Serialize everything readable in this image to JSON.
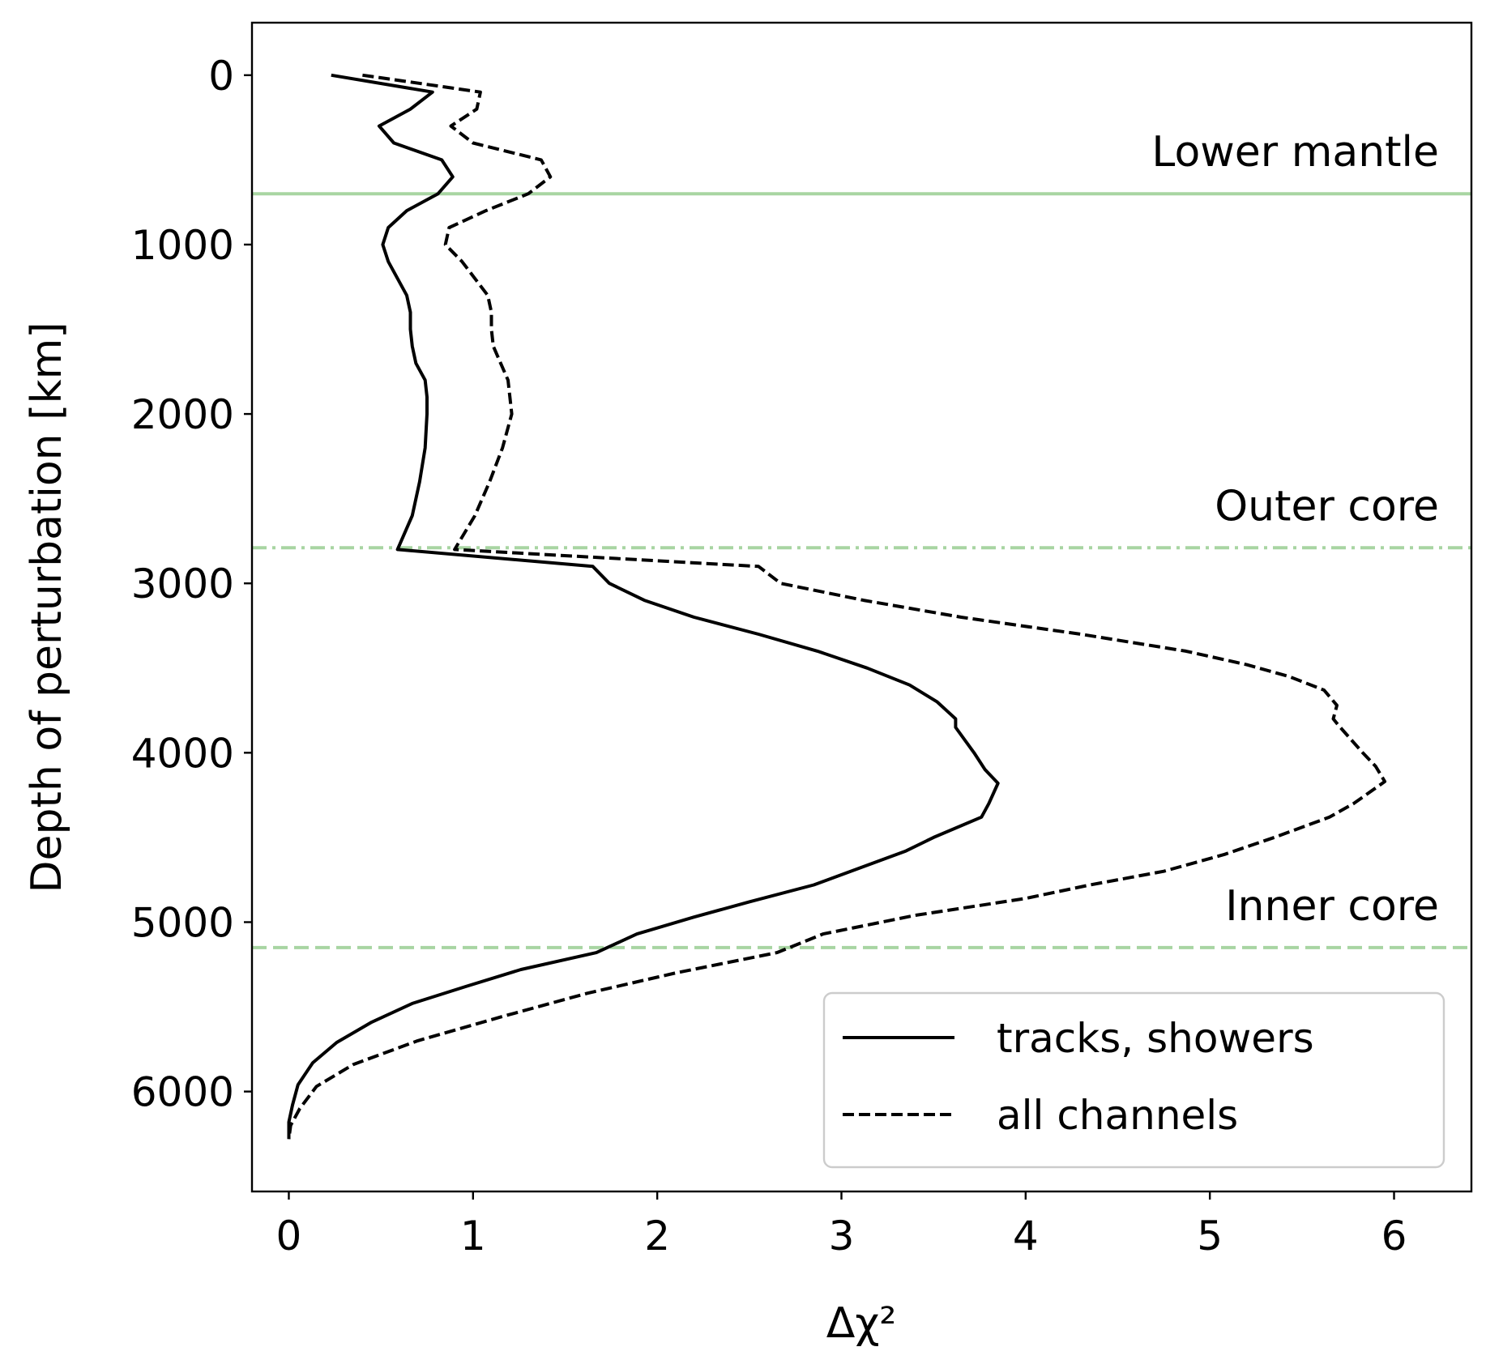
{
  "chart_data": {
    "type": "line",
    "xlabel": "Δχ²",
    "ylabel": "Depth of perturbation [km]",
    "xlim": [
      -0.2,
      6.42
    ],
    "ylim": [
      6590,
      -310
    ],
    "y_inverted": true,
    "xticks": [
      0,
      1,
      2,
      3,
      4,
      5,
      6
    ],
    "xtick_labels": [
      "0",
      "1",
      "2",
      "3",
      "4",
      "5",
      "6"
    ],
    "yticks": [
      0,
      1000,
      2000,
      3000,
      4000,
      5000,
      6000
    ],
    "ytick_labels": [
      "0",
      "1000",
      "2000",
      "3000",
      "4000",
      "5000",
      "6000"
    ],
    "grid": false,
    "legend_position": "lower-right",
    "reference_lines": [
      {
        "label": "Lower mantle",
        "depth": 700,
        "style": "solid",
        "color": "#a8d5a2"
      },
      {
        "label": "Outer core",
        "depth": 2790,
        "style": "dashdot",
        "color": "#a8d5a2"
      },
      {
        "label": "Inner core",
        "depth": 5150,
        "style": "dashed",
        "color": "#a8d5a2"
      }
    ],
    "series": [
      {
        "name": "tracks, showers",
        "style": "solid",
        "color": "#000000",
        "points": [
          [
            0.23,
            0
          ],
          [
            0.78,
            100
          ],
          [
            0.66,
            200
          ],
          [
            0.49,
            300
          ],
          [
            0.57,
            400
          ],
          [
            0.83,
            500
          ],
          [
            0.89,
            600
          ],
          [
            0.81,
            700
          ],
          [
            0.64,
            800
          ],
          [
            0.54,
            900
          ],
          [
            0.51,
            1000
          ],
          [
            0.54,
            1100
          ],
          [
            0.59,
            1200
          ],
          [
            0.64,
            1300
          ],
          [
            0.66,
            1400
          ],
          [
            0.66,
            1500
          ],
          [
            0.67,
            1600
          ],
          [
            0.69,
            1700
          ],
          [
            0.74,
            1800
          ],
          [
            0.75,
            1900
          ],
          [
            0.75,
            2000
          ],
          [
            0.74,
            2200
          ],
          [
            0.71,
            2400
          ],
          [
            0.67,
            2600
          ],
          [
            0.59,
            2800
          ],
          [
            1.65,
            2900
          ],
          [
            1.74,
            3000
          ],
          [
            1.93,
            3100
          ],
          [
            2.2,
            3200
          ],
          [
            2.55,
            3300
          ],
          [
            2.87,
            3400
          ],
          [
            3.14,
            3500
          ],
          [
            3.37,
            3600
          ],
          [
            3.52,
            3700
          ],
          [
            3.6,
            3780
          ],
          [
            3.62,
            3800
          ],
          [
            3.62,
            3850
          ],
          [
            3.72,
            4000
          ],
          [
            3.78,
            4100
          ],
          [
            3.85,
            4180
          ],
          [
            3.8,
            4300
          ],
          [
            3.76,
            4380
          ],
          [
            3.5,
            4500
          ],
          [
            3.35,
            4580
          ],
          [
            3.15,
            4660
          ],
          [
            2.85,
            4780
          ],
          [
            2.5,
            4880
          ],
          [
            2.2,
            4970
          ],
          [
            1.89,
            5070
          ],
          [
            1.67,
            5180
          ],
          [
            1.26,
            5280
          ],
          [
            0.96,
            5380
          ],
          [
            0.67,
            5480
          ],
          [
            0.45,
            5590
          ],
          [
            0.26,
            5710
          ],
          [
            0.13,
            5830
          ],
          [
            0.05,
            5960
          ],
          [
            0.02,
            6080
          ],
          [
            0.0,
            6180
          ],
          [
            0.0,
            6280
          ]
        ]
      },
      {
        "name": "all channels",
        "style": "dashed",
        "color": "#000000",
        "points": [
          [
            0.4,
            0
          ],
          [
            1.04,
            100
          ],
          [
            1.02,
            200
          ],
          [
            0.88,
            300
          ],
          [
            1.0,
            400
          ],
          [
            1.37,
            500
          ],
          [
            1.42,
            600
          ],
          [
            1.3,
            700
          ],
          [
            1.07,
            800
          ],
          [
            0.87,
            900
          ],
          [
            0.85,
            1000
          ],
          [
            0.94,
            1100
          ],
          [
            1.01,
            1200
          ],
          [
            1.08,
            1300
          ],
          [
            1.1,
            1400
          ],
          [
            1.1,
            1500
          ],
          [
            1.11,
            1600
          ],
          [
            1.15,
            1700
          ],
          [
            1.19,
            1800
          ],
          [
            1.2,
            1900
          ],
          [
            1.21,
            2000
          ],
          [
            1.16,
            2200
          ],
          [
            1.09,
            2400
          ],
          [
            1.01,
            2600
          ],
          [
            0.9,
            2800
          ],
          [
            2.55,
            2900
          ],
          [
            2.67,
            3000
          ],
          [
            3.12,
            3100
          ],
          [
            3.65,
            3200
          ],
          [
            4.3,
            3300
          ],
          [
            4.87,
            3400
          ],
          [
            5.2,
            3480
          ],
          [
            5.43,
            3550
          ],
          [
            5.62,
            3630
          ],
          [
            5.69,
            3720
          ],
          [
            5.67,
            3800
          ],
          [
            5.7,
            3840
          ],
          [
            5.83,
            4000
          ],
          [
            5.9,
            4080
          ],
          [
            5.95,
            4170
          ],
          [
            5.78,
            4300
          ],
          [
            5.65,
            4380
          ],
          [
            5.35,
            4500
          ],
          [
            5.08,
            4600
          ],
          [
            4.75,
            4700
          ],
          [
            4.35,
            4780
          ],
          [
            4.0,
            4860
          ],
          [
            3.4,
            4960
          ],
          [
            2.9,
            5070
          ],
          [
            2.65,
            5180
          ],
          [
            2.1,
            5300
          ],
          [
            1.62,
            5420
          ],
          [
            1.15,
            5560
          ],
          [
            0.7,
            5700
          ],
          [
            0.35,
            5840
          ],
          [
            0.15,
            5970
          ],
          [
            0.06,
            6100
          ],
          [
            0.01,
            6200
          ],
          [
            0.0,
            6280
          ]
        ]
      }
    ]
  }
}
